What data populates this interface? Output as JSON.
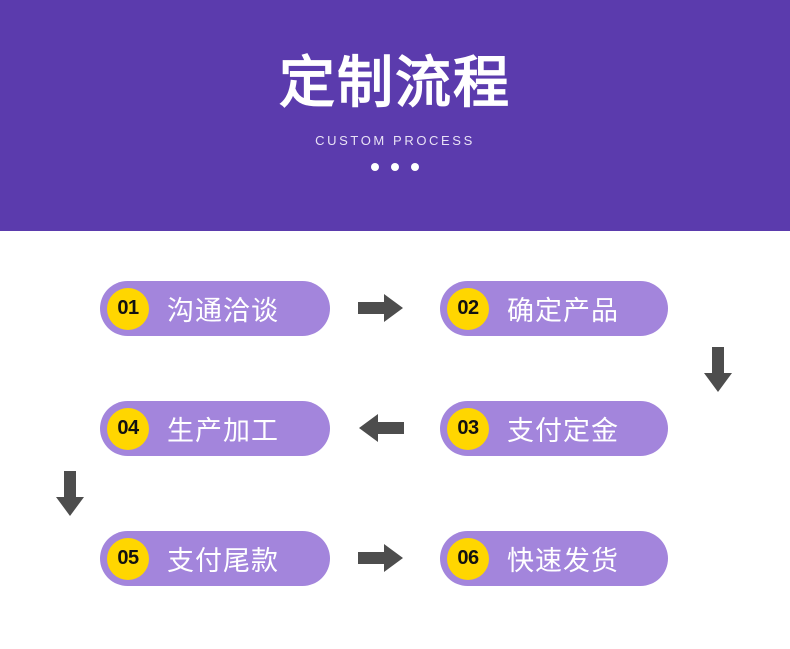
{
  "header": {
    "title": "定制流程",
    "subtitle": "CUSTOM PROCESS",
    "dots_count": 3,
    "background_color": "#5B3BAD",
    "title_color": "#FFFFFF",
    "subtitle_color": "#E9E2F6"
  },
  "theme": {
    "pill_color": "#A385DC",
    "badge_color": "#FFD600",
    "badge_text_color": "#111111",
    "label_color": "#FFFFFF",
    "arrow_color": "#4D4D4D",
    "page_background": "#FFFFFF"
  },
  "flow": {
    "steps": [
      {
        "number": "01",
        "label": "沟通洽谈",
        "column": "left",
        "row": 1
      },
      {
        "number": "02",
        "label": "确定产品",
        "column": "right",
        "row": 1
      },
      {
        "number": "03",
        "label": "支付定金",
        "column": "right",
        "row": 2
      },
      {
        "number": "04",
        "label": "生产加工",
        "column": "left",
        "row": 2
      },
      {
        "number": "05",
        "label": "支付尾款",
        "column": "left",
        "row": 3
      },
      {
        "number": "06",
        "label": "快速发货",
        "column": "right",
        "row": 3
      }
    ],
    "connectors": [
      {
        "name": "arrow-row1-right",
        "direction": "right",
        "between": "01 → 02"
      },
      {
        "name": "arrow-right-down",
        "direction": "down",
        "between": "02 → 03"
      },
      {
        "name": "arrow-row2-left",
        "direction": "left",
        "between": "03 → 04"
      },
      {
        "name": "arrow-left-down",
        "direction": "down",
        "between": "04 → 05"
      },
      {
        "name": "arrow-row3-right",
        "direction": "right",
        "between": "05 → 06"
      }
    ]
  }
}
